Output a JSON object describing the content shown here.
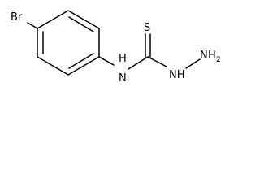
{
  "molecule": {
    "atoms": {
      "bromine": "Br",
      "amine_nh": "H",
      "amine_n": "N",
      "sulfur": "S",
      "hydrazine_nh": "NH",
      "hydrazine_nh2_n": "N",
      "hydrazine_nh2_h": "H",
      "hydrazine_nh2_sub": "2"
    }
  }
}
